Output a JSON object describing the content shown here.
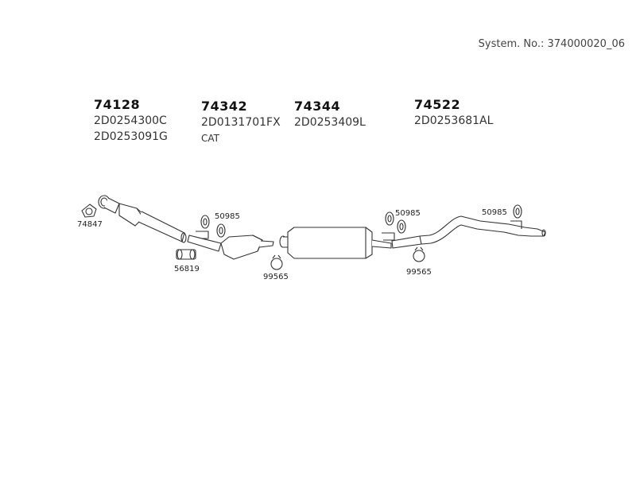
{
  "header": {
    "system_number": "System. No.: 374000020_06"
  },
  "parts": [
    {
      "number": "74128",
      "refs": [
        "2D0254300C",
        "2D0253091G"
      ]
    },
    {
      "number": "74342",
      "refs": [
        "2D0131701FX",
        "CAT"
      ]
    },
    {
      "number": "74344",
      "refs": [
        "2D0253409L"
      ]
    },
    {
      "number": "74522",
      "refs": [
        "2D0253681AL"
      ]
    }
  ],
  "diagram_labels": {
    "gasket": "74847",
    "clamp": "56819",
    "hanger_1": "50985",
    "hanger_2": "50985",
    "hanger_3": "50985",
    "ring_1": "99565",
    "ring_2": "99565"
  }
}
